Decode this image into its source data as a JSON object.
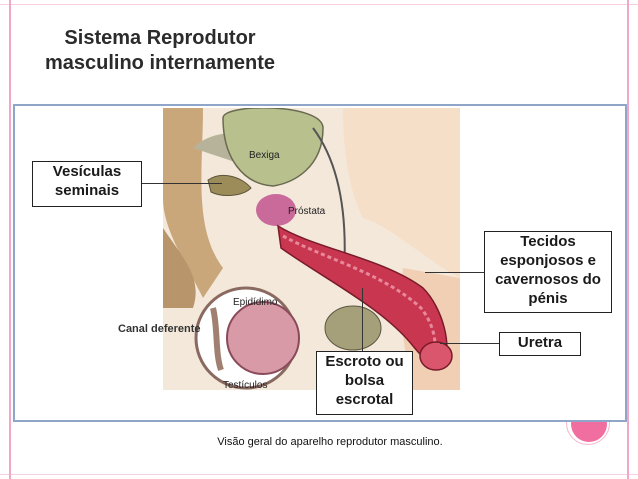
{
  "slide": {
    "title": "Sistema Reprodutor masculino internamente",
    "caption": "Visão geral do aparelho reprodutor masculino."
  },
  "labels": {
    "vesiculas": "Vesículas seminais",
    "tecidos": "Tecidos esponjosos e cavernosos do pénis",
    "uretra": "Uretra",
    "escroto": "Escroto ou bolsa escrotal"
  },
  "figure_labels": {
    "bexiga": "Bexiga",
    "prostata": "Próstata",
    "epididimo": "Epidídimo",
    "canal": "Canal deferente",
    "testiculos": "Testículos"
  },
  "colors": {
    "accent": "#f06fa0",
    "frame": "#f2a7c6",
    "box_border": "#8fa6c9",
    "tissue_red": "#c8374f"
  }
}
